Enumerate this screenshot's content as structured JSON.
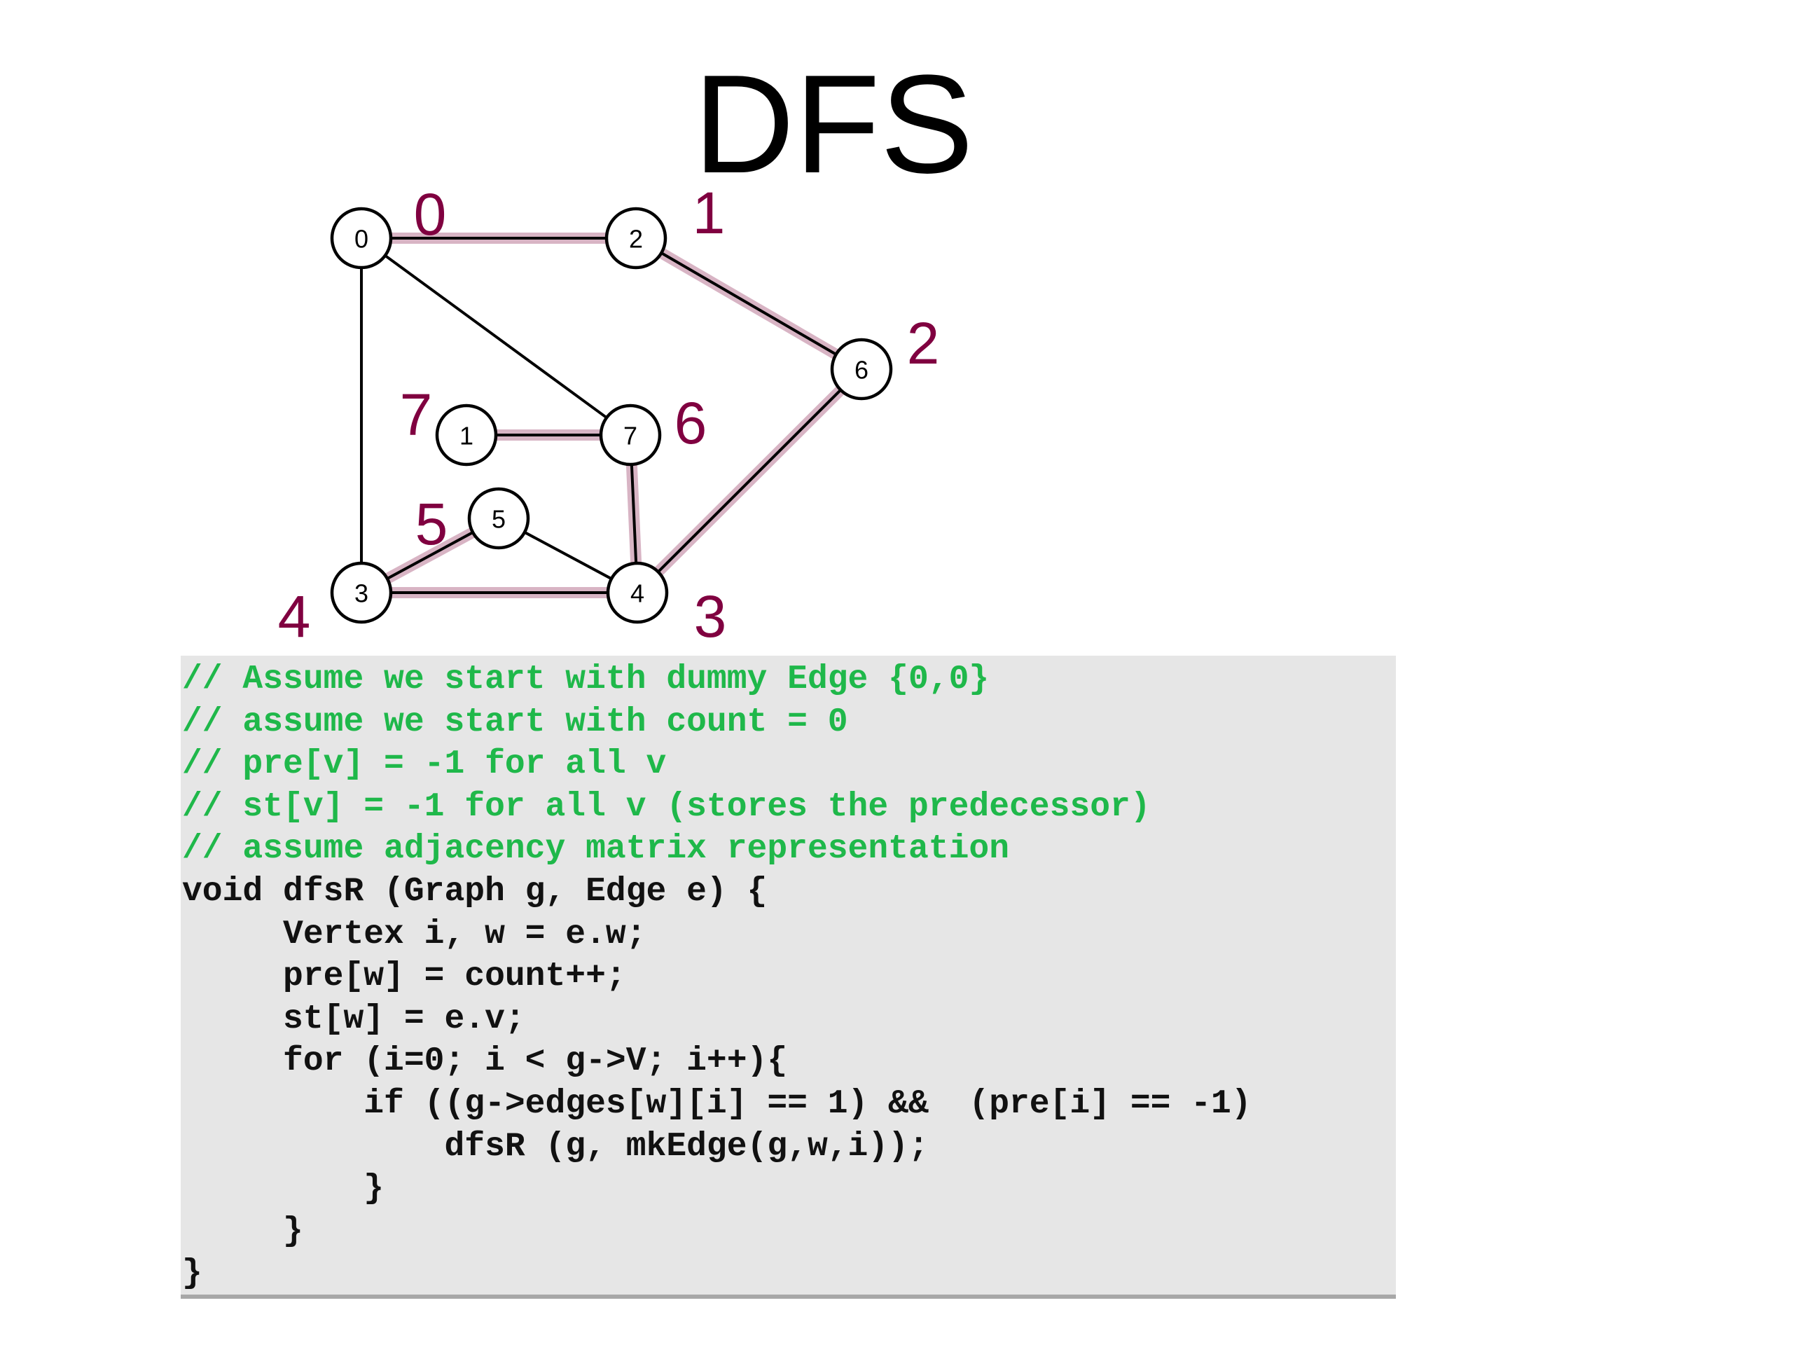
{
  "slide": {
    "title": "DFS"
  },
  "graph": {
    "nodes": [
      {
        "id": "0",
        "order": "0"
      },
      {
        "id": "2",
        "order": "1"
      },
      {
        "id": "6",
        "order": "2"
      },
      {
        "id": "7",
        "order": "6"
      },
      {
        "id": "1",
        "order": "7"
      },
      {
        "id": "5",
        "order": "5"
      },
      {
        "id": "3",
        "order": "4"
      },
      {
        "id": "4",
        "order": "3"
      }
    ],
    "edges": [
      {
        "from": "0",
        "to": "2",
        "tree": true
      },
      {
        "from": "2",
        "to": "6",
        "tree": true
      },
      {
        "from": "6",
        "to": "4",
        "tree": true
      },
      {
        "from": "4",
        "to": "3",
        "tree": true
      },
      {
        "from": "3",
        "to": "5",
        "tree": true
      },
      {
        "from": "4",
        "to": "7",
        "tree": true
      },
      {
        "from": "7",
        "to": "1",
        "tree": true
      },
      {
        "from": "0",
        "to": "7",
        "tree": false
      },
      {
        "from": "0",
        "to": "3",
        "tree": false
      },
      {
        "from": "5",
        "to": "4",
        "tree": false
      }
    ],
    "colors": {
      "edge": "#000000",
      "tree_highlight": "#d8b4c4",
      "order_label": "#800040"
    }
  },
  "code": {
    "comment_color": "#1fb84a",
    "lines": [
      {
        "text": "// Assume we start with dummy Edge {0,0}",
        "kind": "comment"
      },
      {
        "text": "// assume we start with count = 0",
        "kind": "comment"
      },
      {
        "text": "// pre[v] = -1 for all v",
        "kind": "comment"
      },
      {
        "text": "// st[v] = -1 for all v (stores the predecessor)",
        "kind": "comment"
      },
      {
        "text": "// assume adjacency matrix representation",
        "kind": "comment"
      },
      {
        "text": "void dfsR (Graph g, Edge e) {",
        "kind": "code"
      },
      {
        "text": "     Vertex i, w = e.w;",
        "kind": "code"
      },
      {
        "text": "     pre[w] = count++;",
        "kind": "code"
      },
      {
        "text": "     st[w] = e.v;",
        "kind": "code"
      },
      {
        "text": "     for (i=0; i < g->V; i++){",
        "kind": "code"
      },
      {
        "text": "         if ((g->edges[w][i] == 1) &&  (pre[i] == -1)",
        "kind": "code"
      },
      {
        "text": "             dfsR (g, mkEdge(g,w,i));",
        "kind": "code"
      },
      {
        "text": "         }",
        "kind": "code"
      },
      {
        "text": "     }",
        "kind": "code"
      },
      {
        "text": "}",
        "kind": "code"
      }
    ]
  }
}
